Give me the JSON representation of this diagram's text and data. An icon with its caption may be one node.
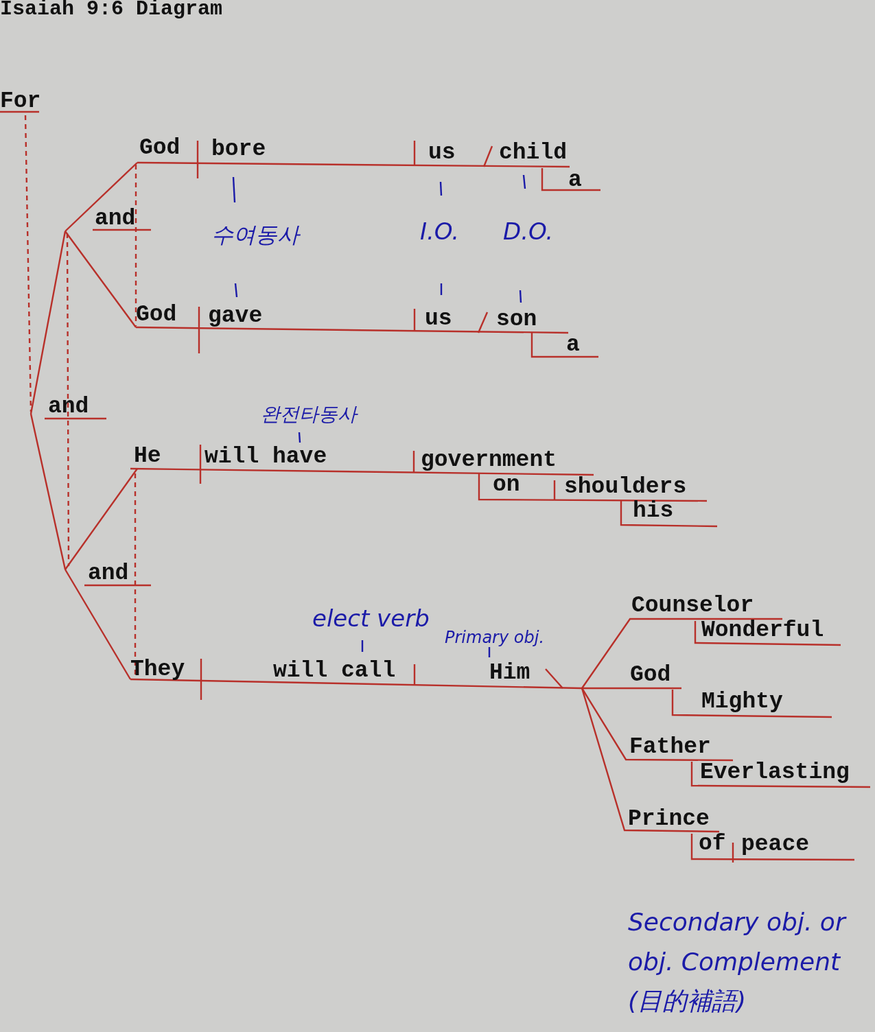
{
  "diagram": {
    "title": "Isaiah 9:6 Diagram",
    "labels": [
      "For",
      "God",
      "bore",
      "us",
      "child",
      "a",
      "and",
      "수여동사",
      "I.O.",
      "D.O.",
      "God",
      "gave",
      "us",
      "son",
      "a",
      "and",
      "완전타동사",
      "He",
      "will have",
      "government",
      "on",
      "shoulders",
      "his",
      "and",
      "Counselor",
      "elect verb",
      "Wonderful",
      "Primary obj.",
      "They",
      "will call",
      "Him",
      "God",
      "Mighty",
      "Father",
      "Everlasting",
      "Prince",
      "of",
      "peace",
      "Secondary obj. or obj. Complement (目的補語)"
    ]
  }
}
